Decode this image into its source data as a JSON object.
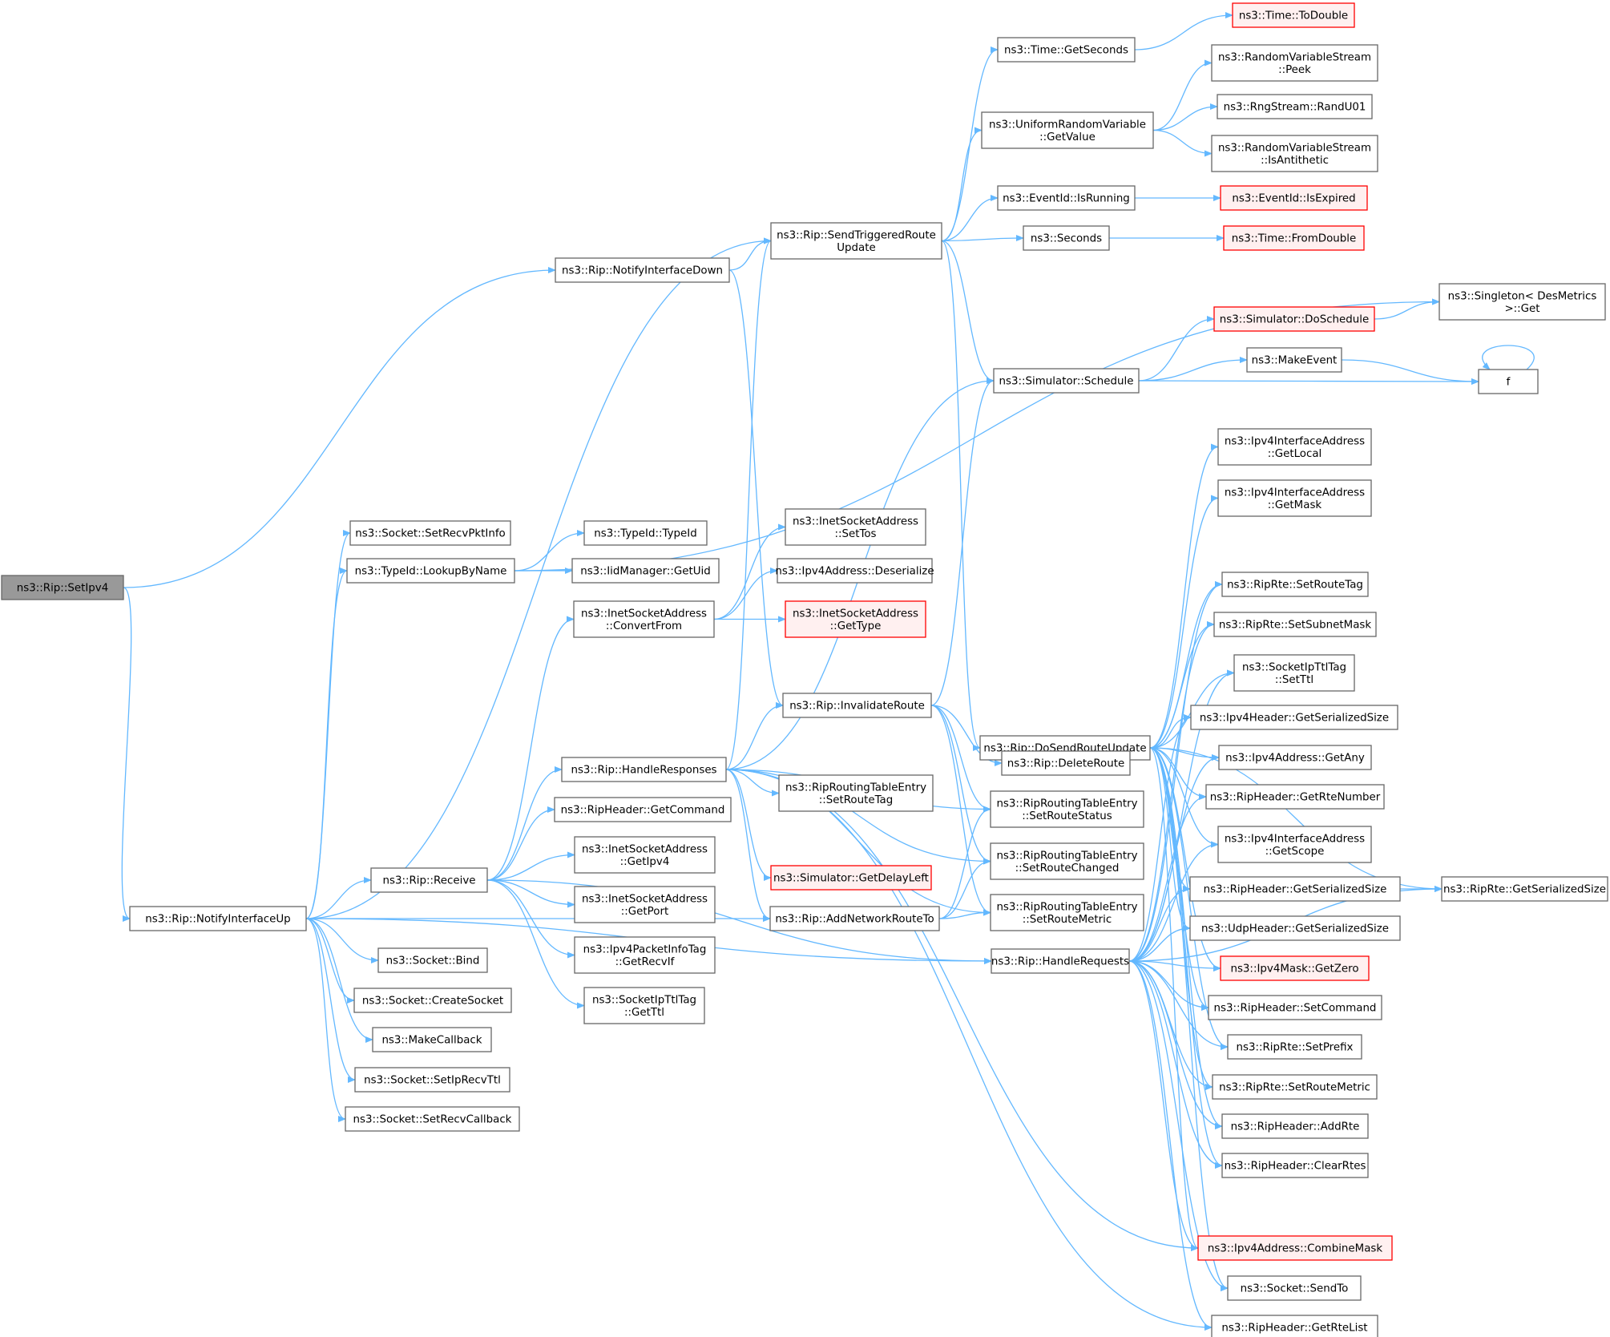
{
  "colors": {
    "edge": "#63b8ff",
    "node_fill": "#ffffff",
    "node_border": "#666666",
    "root_fill": "#999999",
    "root_border": "#666666",
    "truncated_fill": "#fff0f0",
    "truncated_border": "#ff0000",
    "text": "#000000"
  },
  "nodes": [
    {
      "id": "setipv4",
      "lines": [
        "ns3::Rip::SetIpv4"
      ],
      "style": "root"
    },
    {
      "id": "notifyup",
      "lines": [
        "ns3::Rip::NotifyInterfaceUp"
      ],
      "style": "normal"
    },
    {
      "id": "notifydown",
      "lines": [
        "ns3::Rip::NotifyInterfaceDown"
      ],
      "style": "normal"
    },
    {
      "id": "sendtrig",
      "lines": [
        "ns3::Rip::SendTriggeredRoute",
        "Update"
      ],
      "style": "normal"
    },
    {
      "id": "getseconds",
      "lines": [
        "ns3::Time::GetSeconds"
      ],
      "style": "normal"
    },
    {
      "id": "todouble",
      "lines": [
        "ns3::Time::ToDouble"
      ],
      "style": "truncated"
    },
    {
      "id": "uniform",
      "lines": [
        "ns3::UniformRandomVariable",
        "::GetValue"
      ],
      "style": "normal"
    },
    {
      "id": "peek",
      "lines": [
        "ns3::RandomVariableStream",
        "::Peek"
      ],
      "style": "normal"
    },
    {
      "id": "randu01",
      "lines": [
        "ns3::RngStream::RandU01"
      ],
      "style": "normal"
    },
    {
      "id": "isanti",
      "lines": [
        "ns3::RandomVariableStream",
        "::IsAntithetic"
      ],
      "style": "normal"
    },
    {
      "id": "isrunning",
      "lines": [
        "ns3::EventId::IsRunning"
      ],
      "style": "normal"
    },
    {
      "id": "isexpired",
      "lines": [
        "ns3::EventId::IsExpired"
      ],
      "style": "truncated"
    },
    {
      "id": "seconds",
      "lines": [
        "ns3::Seconds"
      ],
      "style": "normal"
    },
    {
      "id": "fromdouble",
      "lines": [
        "ns3::Time::FromDouble"
      ],
      "style": "truncated"
    },
    {
      "id": "singleton",
      "lines": [
        "ns3::Singleton< DesMetrics",
        ">::Get"
      ],
      "style": "normal"
    },
    {
      "id": "doschedule",
      "lines": [
        "ns3::Simulator::DoSchedule"
      ],
      "style": "truncated"
    },
    {
      "id": "schedule",
      "lines": [
        "ns3::Simulator::Schedule"
      ],
      "style": "normal"
    },
    {
      "id": "makeevent",
      "lines": [
        "ns3::MakeEvent"
      ],
      "style": "normal"
    },
    {
      "id": "f",
      "lines": [
        "f"
      ],
      "style": "normal"
    },
    {
      "id": "setrecvpkt",
      "lines": [
        "ns3::Socket::SetRecvPktInfo"
      ],
      "style": "normal"
    },
    {
      "id": "lookup",
      "lines": [
        "ns3::TypeId::LookupByName"
      ],
      "style": "normal"
    },
    {
      "id": "typeid",
      "lines": [
        "ns3::TypeId::TypeId"
      ],
      "style": "normal"
    },
    {
      "id": "getuid",
      "lines": [
        "ns3::IidManager::GetUid"
      ],
      "style": "normal"
    },
    {
      "id": "settos",
      "lines": [
        "ns3::InetSocketAddress",
        "::SetTos"
      ],
      "style": "normal"
    },
    {
      "id": "deserialize",
      "lines": [
        "ns3::Ipv4Address::Deserialize"
      ],
      "style": "normal"
    },
    {
      "id": "convertfrom",
      "lines": [
        "ns3::InetSocketAddress",
        "::ConvertFrom"
      ],
      "style": "normal"
    },
    {
      "id": "gettype",
      "lines": [
        "ns3::InetSocketAddress",
        "::GetType"
      ],
      "style": "truncated"
    },
    {
      "id": "invalidate",
      "lines": [
        "ns3::Rip::InvalidateRoute"
      ],
      "style": "normal"
    },
    {
      "id": "handleresp",
      "lines": [
        "ns3::Rip::HandleResponses"
      ],
      "style": "normal"
    },
    {
      "id": "getcommand",
      "lines": [
        "ns3::RipHeader::GetCommand"
      ],
      "style": "normal"
    },
    {
      "id": "rtesettag",
      "lines": [
        "ns3::RipRoutingTableEntry",
        "::SetRouteTag"
      ],
      "style": "normal"
    },
    {
      "id": "rtestatus",
      "lines": [
        "ns3::RipRoutingTableEntry",
        "::SetRouteStatus"
      ],
      "style": "normal"
    },
    {
      "id": "rtechanged",
      "lines": [
        "ns3::RipRoutingTableEntry",
        "::SetRouteChanged"
      ],
      "style": "normal"
    },
    {
      "id": "rtemetric",
      "lines": [
        "ns3::RipRoutingTableEntry",
        "::SetRouteMetric"
      ],
      "style": "normal"
    },
    {
      "id": "receive",
      "lines": [
        "ns3::Rip::Receive"
      ],
      "style": "normal"
    },
    {
      "id": "getipv4",
      "lines": [
        "ns3::InetSocketAddress",
        "::GetIpv4"
      ],
      "style": "normal"
    },
    {
      "id": "getport",
      "lines": [
        "ns3::InetSocketAddress",
        "::GetPort"
      ],
      "style": "normal"
    },
    {
      "id": "delayleft",
      "lines": [
        "ns3::Simulator::GetDelayLeft"
      ],
      "style": "truncated"
    },
    {
      "id": "addnet",
      "lines": [
        "ns3::Rip::AddNetworkRouteTo"
      ],
      "style": "normal"
    },
    {
      "id": "getrecvif",
      "lines": [
        "ns3::Ipv4PacketInfoTag",
        "::GetRecvIf"
      ],
      "style": "normal"
    },
    {
      "id": "getttl",
      "lines": [
        "ns3::SocketIpTtlTag",
        "::GetTtl"
      ],
      "style": "normal"
    },
    {
      "id": "bind",
      "lines": [
        "ns3::Socket::Bind"
      ],
      "style": "normal"
    },
    {
      "id": "createsock",
      "lines": [
        "ns3::Socket::CreateSocket"
      ],
      "style": "normal"
    },
    {
      "id": "makecb",
      "lines": [
        "ns3::MakeCallback"
      ],
      "style": "normal"
    },
    {
      "id": "setiprecvttl",
      "lines": [
        "ns3::Socket::SetIpRecvTtl"
      ],
      "style": "normal"
    },
    {
      "id": "setrecvcb",
      "lines": [
        "ns3::Socket::SetRecvCallback"
      ],
      "style": "normal"
    },
    {
      "id": "dosend",
      "lines": [
        "ns3::Rip::DoSendRouteUpdate"
      ],
      "style": "normal"
    },
    {
      "id": "deleteroute",
      "lines": [
        "ns3::Rip::DeleteRoute"
      ],
      "style": "normal"
    },
    {
      "id": "handlereq",
      "lines": [
        "ns3::Rip::HandleRequests"
      ],
      "style": "normal"
    },
    {
      "id": "getlocal",
      "lines": [
        "ns3::Ipv4InterfaceAddress",
        "::GetLocal"
      ],
      "style": "normal"
    },
    {
      "id": "getmask",
      "lines": [
        "ns3::Ipv4InterfaceAddress",
        "::GetMask"
      ],
      "style": "normal"
    },
    {
      "id": "ripsettag",
      "lines": [
        "ns3::RipRte::SetRouteTag"
      ],
      "style": "normal"
    },
    {
      "id": "setsubnet",
      "lines": [
        "ns3::RipRte::SetSubnetMask"
      ],
      "style": "normal"
    },
    {
      "id": "setttl",
      "lines": [
        "ns3::SocketIpTtlTag",
        "::SetTtl"
      ],
      "style": "normal"
    },
    {
      "id": "ipv4hdrsize",
      "lines": [
        "ns3::Ipv4Header::GetSerializedSize"
      ],
      "style": "normal"
    },
    {
      "id": "getany",
      "lines": [
        "ns3::Ipv4Address::GetAny"
      ],
      "style": "normal"
    },
    {
      "id": "rtenumber",
      "lines": [
        "ns3::RipHeader::GetRteNumber"
      ],
      "style": "normal"
    },
    {
      "id": "getscope",
      "lines": [
        "ns3::Ipv4InterfaceAddress",
        "::GetScope"
      ],
      "style": "normal"
    },
    {
      "id": "riphdrsize",
      "lines": [
        "ns3::RipHeader::GetSerializedSize"
      ],
      "style": "normal"
    },
    {
      "id": "udphdrsize",
      "lines": [
        "ns3::UdpHeader::GetSerializedSize"
      ],
      "style": "normal"
    },
    {
      "id": "getzero",
      "lines": [
        "ns3::Ipv4Mask::GetZero"
      ],
      "style": "truncated"
    },
    {
      "id": "setcommand",
      "lines": [
        "ns3::RipHeader::SetCommand"
      ],
      "style": "normal"
    },
    {
      "id": "setprefix",
      "lines": [
        "ns3::RipRte::SetPrefix"
      ],
      "style": "normal"
    },
    {
      "id": "ripsetmetric",
      "lines": [
        "ns3::RipRte::SetRouteMetric"
      ],
      "style": "normal"
    },
    {
      "id": "addrte",
      "lines": [
        "ns3::RipHeader::AddRte"
      ],
      "style": "normal"
    },
    {
      "id": "clearrtes",
      "lines": [
        "ns3::RipHeader::ClearRtes"
      ],
      "style": "normal"
    },
    {
      "id": "combinemask",
      "lines": [
        "ns3::Ipv4Address::CombineMask"
      ],
      "style": "truncated"
    },
    {
      "id": "sendto",
      "lines": [
        "ns3::Socket::SendTo"
      ],
      "style": "normal"
    },
    {
      "id": "getrtelist",
      "lines": [
        "ns3::RipHeader::GetRteList"
      ],
      "style": "normal"
    },
    {
      "id": "riprtesize",
      "lines": [
        "ns3::RipRte::GetSerializedSize"
      ],
      "style": "normal"
    }
  ],
  "edges": [
    [
      "setipv4",
      "notifydown"
    ],
    [
      "setipv4",
      "notifyup"
    ],
    [
      "notifydown",
      "sendtrig"
    ],
    [
      "notifydown",
      "invalidate"
    ],
    [
      "notifyup",
      "sendtrig"
    ],
    [
      "notifyup",
      "setrecvpkt"
    ],
    [
      "notifyup",
      "lookup"
    ],
    [
      "notifyup",
      "receive"
    ],
    [
      "notifyup",
      "bind"
    ],
    [
      "notifyup",
      "createsock"
    ],
    [
      "notifyup",
      "makecb"
    ],
    [
      "notifyup",
      "setiprecvttl"
    ],
    [
      "notifyup",
      "setrecvcb"
    ],
    [
      "notifyup",
      "addnet"
    ],
    [
      "notifyup",
      "handlereq"
    ],
    [
      "sendtrig",
      "getseconds"
    ],
    [
      "sendtrig",
      "uniform"
    ],
    [
      "sendtrig",
      "isrunning"
    ],
    [
      "sendtrig",
      "seconds"
    ],
    [
      "sendtrig",
      "schedule"
    ],
    [
      "sendtrig",
      "dosend"
    ],
    [
      "getseconds",
      "todouble"
    ],
    [
      "uniform",
      "peek"
    ],
    [
      "uniform",
      "randu01"
    ],
    [
      "uniform",
      "isanti"
    ],
    [
      "isrunning",
      "isexpired"
    ],
    [
      "seconds",
      "fromdouble"
    ],
    [
      "schedule",
      "doschedule"
    ],
    [
      "schedule",
      "makeevent"
    ],
    [
      "schedule",
      "f"
    ],
    [
      "doschedule",
      "singleton"
    ],
    [
      "makeevent",
      "f"
    ],
    [
      "f",
      "f"
    ],
    [
      "lookup",
      "typeid"
    ],
    [
      "lookup",
      "getuid"
    ],
    [
      "lookup",
      "singleton"
    ],
    [
      "convertfrom",
      "settos"
    ],
    [
      "convertfrom",
      "deserialize"
    ],
    [
      "convertfrom",
      "gettype"
    ],
    [
      "receive",
      "convertfrom"
    ],
    [
      "receive",
      "handleresp"
    ],
    [
      "receive",
      "getcommand"
    ],
    [
      "receive",
      "getipv4"
    ],
    [
      "receive",
      "getport"
    ],
    [
      "receive",
      "getrecvif"
    ],
    [
      "receive",
      "getttl"
    ],
    [
      "receive",
      "handlereq"
    ],
    [
      "handleresp",
      "sendtrig"
    ],
    [
      "handleresp",
      "schedule"
    ],
    [
      "handleresp",
      "invalidate"
    ],
    [
      "handleresp",
      "rtesettag"
    ],
    [
      "handleresp",
      "rtestatus"
    ],
    [
      "handleresp",
      "rtechanged"
    ],
    [
      "handleresp",
      "rtemetric"
    ],
    [
      "handleresp",
      "delayleft"
    ],
    [
      "handleresp",
      "getrtelist"
    ],
    [
      "handleresp",
      "combinemask"
    ],
    [
      "handleresp",
      "addnet"
    ],
    [
      "invalidate",
      "schedule"
    ],
    [
      "invalidate",
      "deleteroute"
    ],
    [
      "invalidate",
      "rtestatus"
    ],
    [
      "invalidate",
      "rtechanged"
    ],
    [
      "invalidate",
      "rtemetric"
    ],
    [
      "addnet",
      "rtestatus"
    ],
    [
      "addnet",
      "rtechanged"
    ],
    [
      "addnet",
      "rtemetric"
    ],
    [
      "dosend",
      "getlocal"
    ],
    [
      "dosend",
      "getmask"
    ],
    [
      "dosend",
      "ripsettag"
    ],
    [
      "dosend",
      "setsubnet"
    ],
    [
      "dosend",
      "setttl"
    ],
    [
      "dosend",
      "ipv4hdrsize"
    ],
    [
      "dosend",
      "getany"
    ],
    [
      "dosend",
      "rtenumber"
    ],
    [
      "dosend",
      "getscope"
    ],
    [
      "dosend",
      "riphdrsize"
    ],
    [
      "dosend",
      "udphdrsize"
    ],
    [
      "dosend",
      "getzero"
    ],
    [
      "dosend",
      "setcommand"
    ],
    [
      "dosend",
      "setprefix"
    ],
    [
      "dosend",
      "ripsetmetric"
    ],
    [
      "dosend",
      "addrte"
    ],
    [
      "dosend",
      "clearrtes"
    ],
    [
      "dosend",
      "combinemask"
    ],
    [
      "dosend",
      "sendto"
    ],
    [
      "dosend",
      "riprtesize"
    ],
    [
      "handlereq",
      "ripsettag"
    ],
    [
      "handlereq",
      "setsubnet"
    ],
    [
      "handlereq",
      "setttl"
    ],
    [
      "handlereq",
      "ipv4hdrsize"
    ],
    [
      "handlereq",
      "getany"
    ],
    [
      "handlereq",
      "rtenumber"
    ],
    [
      "handlereq",
      "getscope"
    ],
    [
      "handlereq",
      "riphdrsize"
    ],
    [
      "handlereq",
      "udphdrsize"
    ],
    [
      "handlereq",
      "getzero"
    ],
    [
      "handlereq",
      "setcommand"
    ],
    [
      "handlereq",
      "setprefix"
    ],
    [
      "handlereq",
      "ripsetmetric"
    ],
    [
      "handlereq",
      "addrte"
    ],
    [
      "handlereq",
      "clearrtes"
    ],
    [
      "handlereq",
      "combinemask"
    ],
    [
      "handlereq",
      "sendto"
    ],
    [
      "handlereq",
      "getrtelist"
    ],
    [
      "handlereq",
      "riprtesize"
    ],
    [
      "riphdrsize",
      "riprtesize"
    ]
  ]
}
